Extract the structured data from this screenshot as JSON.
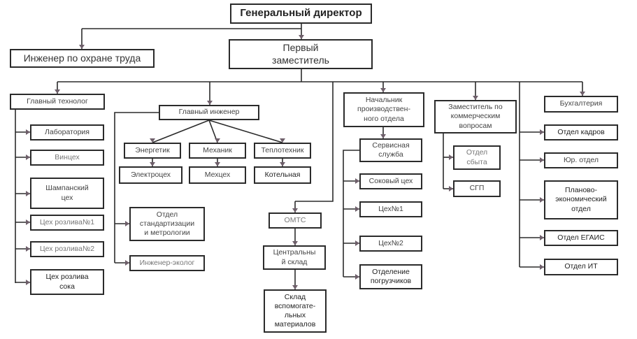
{
  "diagram": {
    "title": "Организационная структура",
    "nodes": {
      "gendir": "Генеральный директор",
      "ohrana": "Инженер по охране труда",
      "first_deputy": "Первый\nзаместитель",
      "gl_tech": "Главный технолог",
      "lab": "Лаборатория",
      "vinceh": "Винцех",
      "shamp": "Шампанский\nцех",
      "rozliv1": "Цех розлива№1",
      "rozliv2": "Цех розлива№2",
      "rozliv_sok": "Цех розлива\nсока",
      "gl_ing": "Главный инженер",
      "energ": "Энергетик",
      "mehanik": "Механик",
      "teplo": "Теплотехник",
      "elektro": "Электроцех",
      "mehceh": "Мехцех",
      "kotel": "Котельная",
      "standart": "Отдел\nстандартизации\nи метрологии",
      "ekolog": "Инженер-эколог",
      "omts": "ОМТС",
      "central_sklad": "Центральны\nй склад",
      "sklad_vsp": "Склад\nвспомогате-\nльных\nматериалов",
      "nach_proizv": "Начальник\nпроизводствен-\nного отдела",
      "servis": "Сервисная\nслужба",
      "sokoviy": "Соковый цех",
      "ceh1": "Цех№1",
      "ceh2": "Цех№2",
      "pogruz": "Отделение\nпогрузчиков",
      "zam_kom": "Заместитель по\nкоммерческим\nвопросам",
      "sbyt": "Отдел\nсбыта",
      "sgp": "СГП",
      "buh": "Бухгалтерия",
      "kadry": "Отдел кадров",
      "yur": "Юр. отдел",
      "plan": "Планово-\nэкономический\nотдел",
      "egais": "Отдел ЕГАИС",
      "it": "Отдел ИТ"
    },
    "colors": {
      "line": "#2b2b2b",
      "arrow": "#6e5f6a",
      "border": "#2b2b2b"
    }
  }
}
